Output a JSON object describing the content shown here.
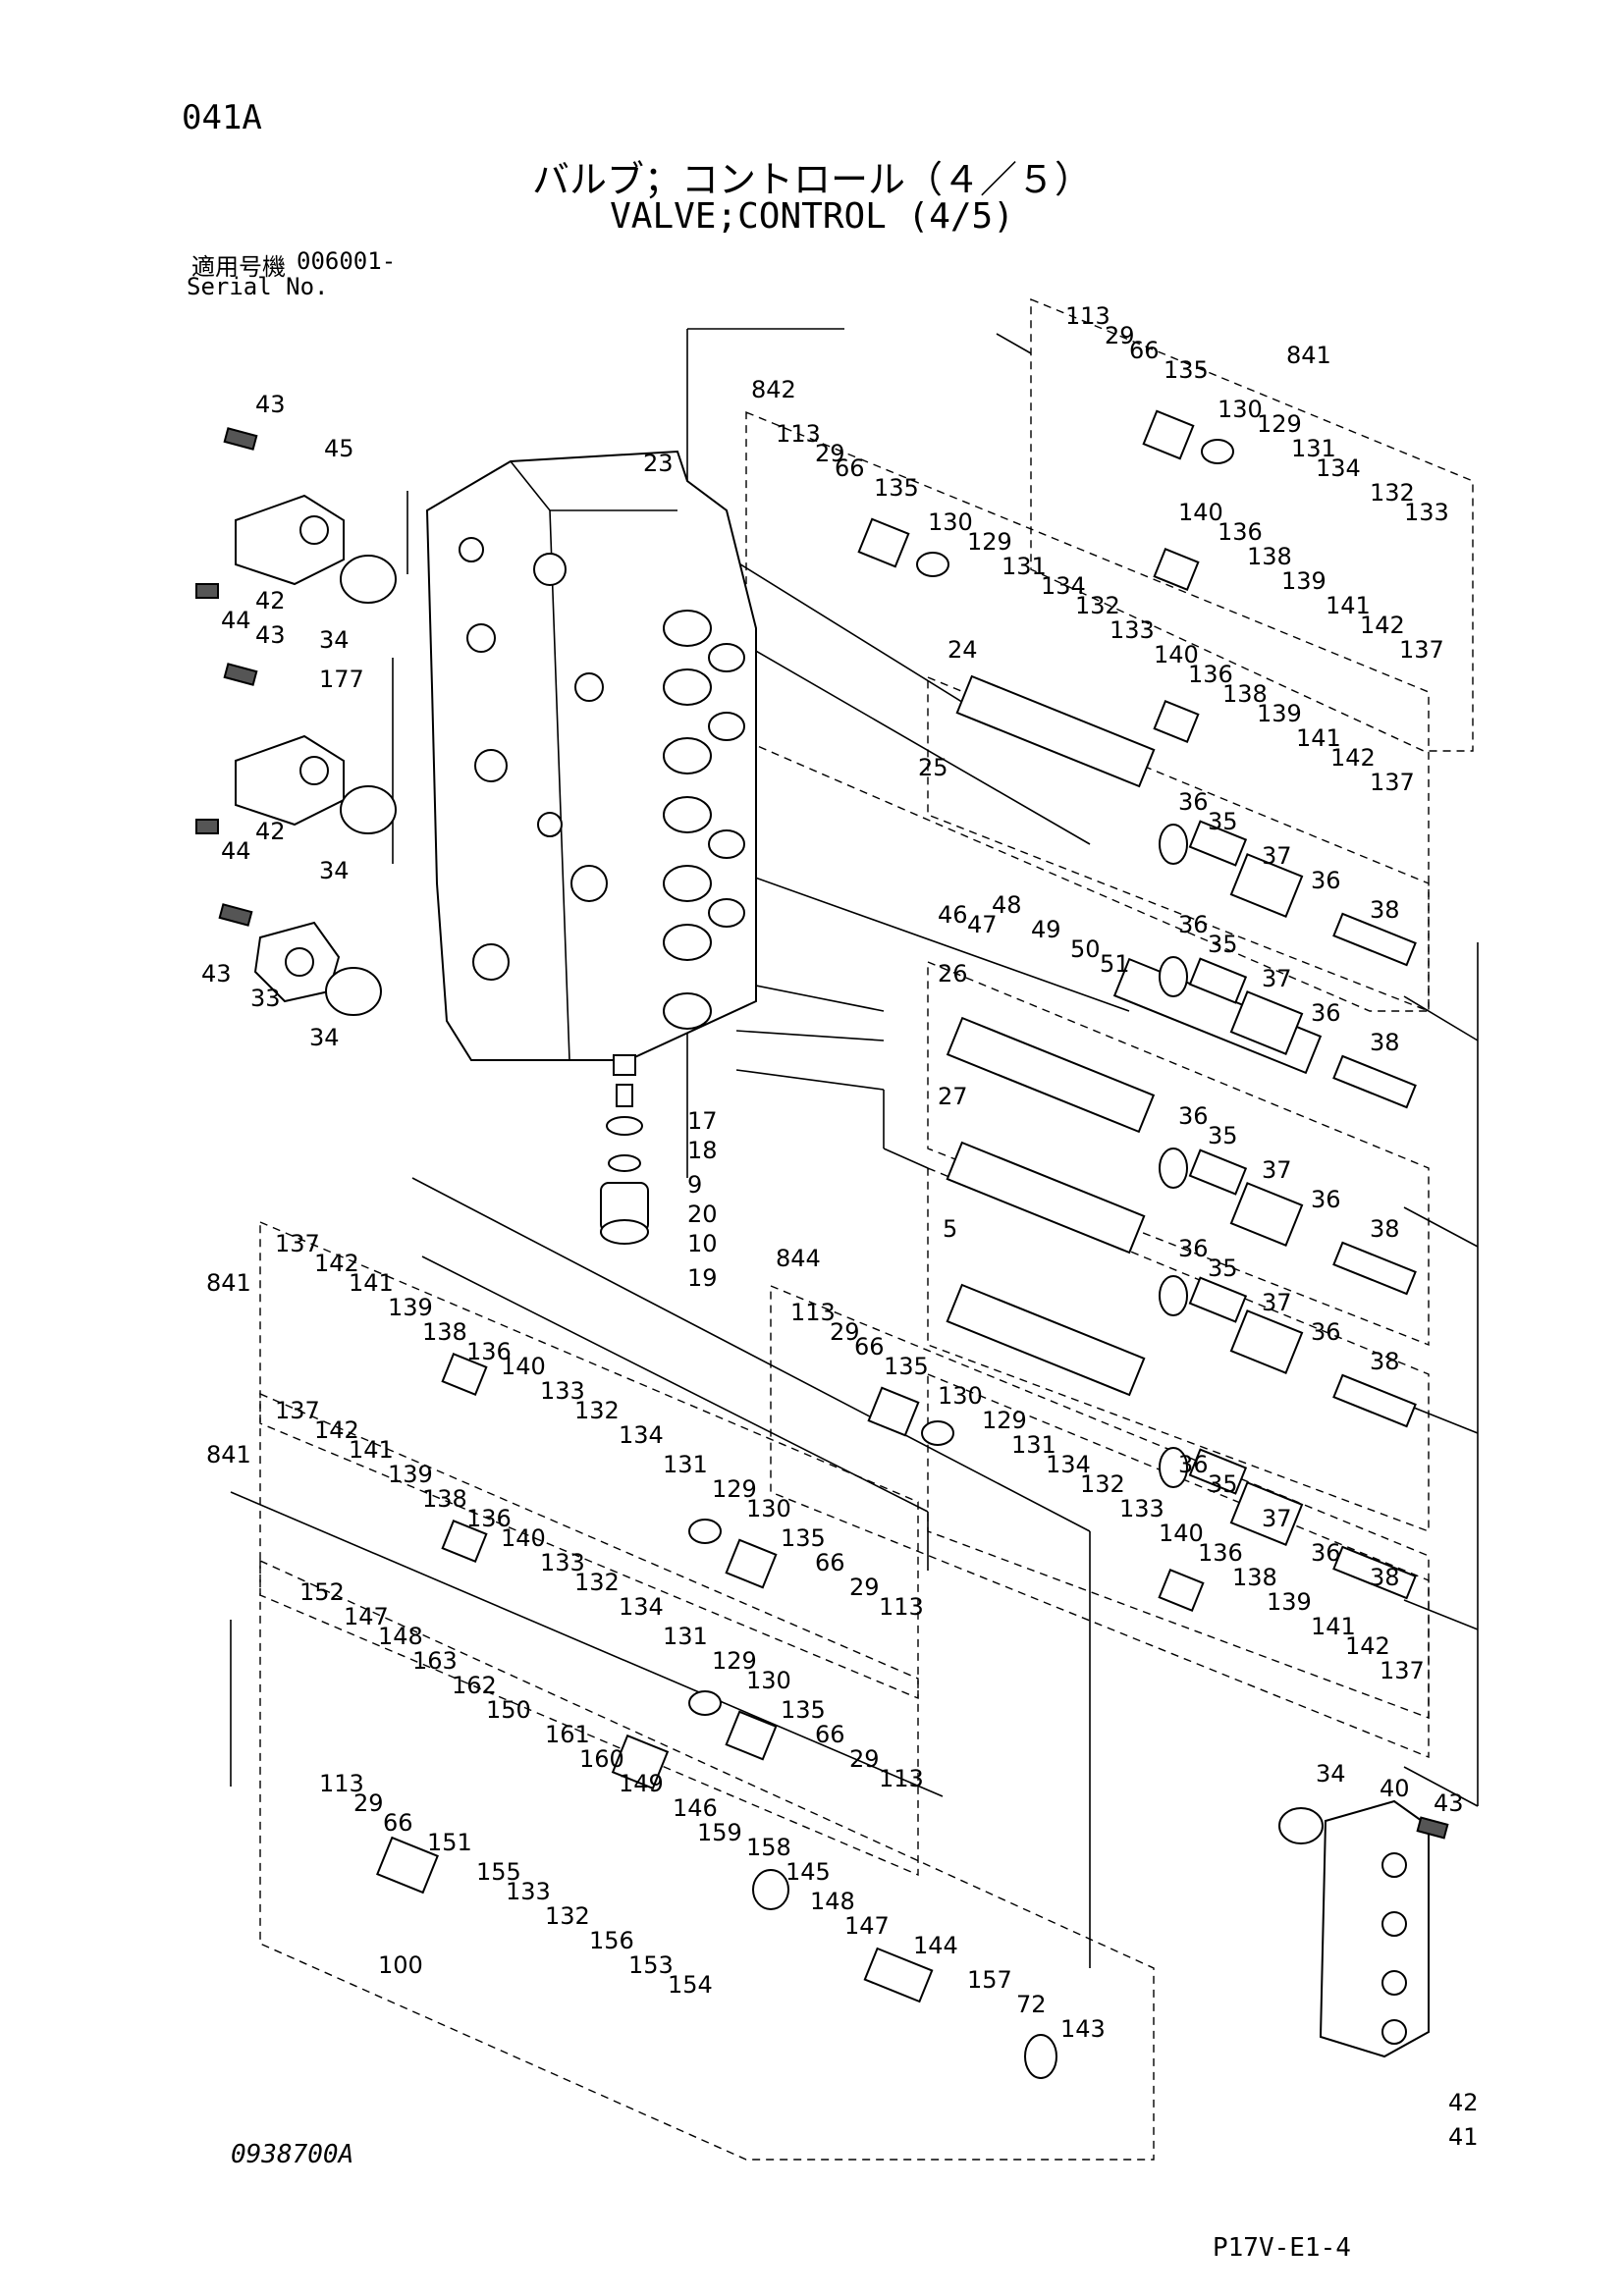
{
  "header": {
    "page_code": "041A",
    "title_jp": "バルブ；コントロール（４／５）",
    "title_en": "VALVE;CONTROL (4/5)",
    "serial_label_jp": "適用号機",
    "serial_number": "006001-",
    "serial_label_en": "Serial No."
  },
  "footer": {
    "drawing_number": "0938700A",
    "sheet_number": "P17V-E1-4"
  },
  "callouts": [
    "113",
    "29",
    "66",
    "135",
    "841",
    "130",
    "129",
    "131",
    "134",
    "132",
    "133",
    "140",
    "136",
    "138",
    "139",
    "141",
    "142",
    "137",
    "842",
    "113",
    "29",
    "66",
    "135",
    "130",
    "129",
    "131",
    "134",
    "132",
    "133",
    "140",
    "136",
    "138",
    "139",
    "141",
    "142",
    "137",
    "43",
    "45",
    "42",
    "44",
    "43",
    "34",
    "177",
    "42",
    "44",
    "34",
    "43",
    "33",
    "34",
    "23",
    "24",
    "25",
    "36",
    "35",
    "37",
    "36",
    "38",
    "46",
    "47",
    "48",
    "49",
    "50",
    "51",
    "36",
    "35",
    "37",
    "36",
    "38",
    "26",
    "27",
    "36",
    "35",
    "37",
    "36",
    "38",
    "5",
    "36",
    "35",
    "37",
    "36",
    "38",
    "17",
    "18",
    "9",
    "20",
    "10",
    "19",
    "844",
    "113",
    "29",
    "66",
    "135",
    "130",
    "129",
    "131",
    "134",
    "132",
    "133",
    "140",
    "136",
    "138",
    "139",
    "141",
    "142",
    "137",
    "36",
    "35",
    "37",
    "36",
    "38",
    "137",
    "841",
    "142",
    "141",
    "139",
    "138",
    "136",
    "140",
    "133",
    "132",
    "134",
    "131",
    "129",
    "130",
    "135",
    "66",
    "29",
    "113",
    "137",
    "841",
    "142",
    "141",
    "139",
    "138",
    "136",
    "140",
    "133",
    "132",
    "134",
    "131",
    "129",
    "130",
    "135",
    "66",
    "29",
    "113",
    "152",
    "147",
    "148",
    "163",
    "162",
    "150",
    "161",
    "160",
    "149",
    "146",
    "159",
    "158",
    "145",
    "148",
    "147",
    "113",
    "29",
    "66",
    "151",
    "155",
    "133",
    "132",
    "156",
    "153",
    "154",
    "100",
    "144",
    "157",
    "72",
    "143",
    "34",
    "40",
    "43",
    "42",
    "41"
  ]
}
